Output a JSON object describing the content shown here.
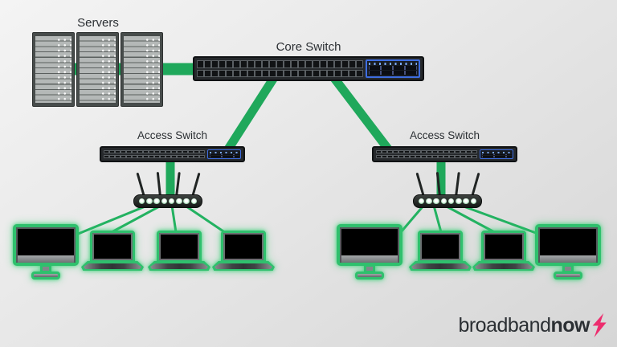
{
  "labels": {
    "servers": "Servers",
    "core_switch": "Core Switch",
    "access_switch_left": "Access Switch",
    "access_switch_right": "Access Switch"
  },
  "logo": {
    "text_regular": "broadband",
    "text_bold": "now",
    "icon": "lightning-bolt-icon",
    "bolt_color": "#ed2d6e",
    "text_color": "#2b2f33"
  },
  "colors": {
    "link_green": "#1fa85b",
    "device_glow_green": "#2fc06d",
    "switch_body": "#26292c",
    "sfp_blue": "#3e6de0",
    "rack_frame": "#474c4b",
    "rack_slot_gray": "#b4b8b7",
    "background": "#e9e9e9"
  },
  "topology": {
    "servers": {
      "rack_count": 3,
      "slots_per_rack": 13
    },
    "core_switch": {
      "port_rows": 2,
      "sfp_uplink_section": true
    },
    "access_switch_count": 2,
    "routers": {
      "count": 2,
      "antennas": 4,
      "leds": 8
    },
    "left_devices": [
      "desktop",
      "laptop",
      "laptop",
      "laptop"
    ],
    "right_devices": [
      "desktop",
      "laptop",
      "laptop",
      "desktop"
    ],
    "links": [
      "servers - core-switch",
      "core-switch - access-switch-left",
      "core-switch - access-switch-right",
      "access-switch-left - router-left",
      "access-switch-right - router-right",
      "router-left - left devices (4)",
      "router-right - right devices (4)"
    ]
  }
}
